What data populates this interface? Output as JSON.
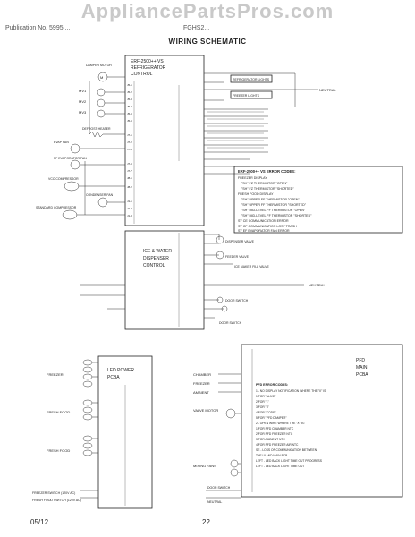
{
  "watermark": "AppliancePartsPros.com",
  "header": {
    "left": "Publication No. 5995 ...",
    "right": "FGHS2...",
    "title": "WIRING SCHEMATIC"
  },
  "footer": {
    "date": "05/12",
    "page": "22"
  },
  "control_board": {
    "title_lines": [
      "ERF-2500++ VS",
      "REFRIGERATOR",
      "CONTROL"
    ]
  },
  "dispenser_board": {
    "title_lines": [
      "ICE & WATER",
      "DISPENSER",
      "CONTROL"
    ]
  },
  "led_board": {
    "title_lines": [
      "LED POWER",
      "PCBA"
    ]
  },
  "pfd_board": {
    "title_lines": [
      "PFD",
      "MAIN",
      "PCBA"
    ]
  },
  "left_labels": [
    "DAMPER MOTOR",
    "MV1",
    "MV2",
    "MV3",
    "DEFROST HEATER",
    "EVAP FAN",
    "FF EVAPORATOR FAN",
    "VCC COMPRESSOR",
    "CONDENSER FAN",
    "STANDARD COMPRESSOR"
  ],
  "right_labels": [
    "REFRIGERATOR LIGHTS",
    "FREEZER LIGHTS",
    "NEUTRAL",
    "DISPENSER VALVE",
    "FEEDER VALVE",
    "ICE MAKER FILL VALVE",
    "NEUTRAL",
    "DOOR SWITCH",
    "DOOR SWITCH"
  ],
  "error_codes": {
    "title": "ERF-2500++ VS ERROR CODES:",
    "lines": [
      "FREEZER DISPLAY",
      "\"SH\"  FZ THERMISTOR \"OPEN\"",
      "\"SH\"  FZ THERMISTOR \"SHORTED\"",
      "FRESH FOOD DISPLAY",
      "\"SH\"  UPPER FF THERMISTOR \"OPEN\"",
      "\"SH\"  UPPER FF THERMISTOR \"SHORTED\"",
      "\"SH\"  MID-LEVEL FF THERMISTOR \"OPEN\"",
      "\"SH\"  MID-LEVEL FF THERMISTOR \"SHORTED\"",
      "SY  CE  COMMUNICATION ERROR",
      "SY  CF  COMMUNICATION LOST TRASH",
      "SY  EF  EVAPORATOR FAN ERROR"
    ]
  },
  "led_left_labels": [
    "FREEZER",
    "FRESH FOOD",
    "FRESH FOOD",
    "FREEZER SWITCH (120V AC)",
    "FRESH FOOD SWITCH (120V AC)"
  ],
  "pfd_left_labels": [
    "CHAMBER",
    "FREEZER",
    "AMBIENT",
    "VALVE MOTOR",
    "MIXING FANS"
  ],
  "pfd_right_labels": [
    "DOOR SWITCH",
    "NEUTRAL"
  ],
  "pfd_codes": {
    "title": "PFD ERROR CODES:",
    "lines": [
      "1 - NO DISPLAY NOTIFICATION WHERE THE \"X\" IS:",
      "  1 FOR \"ALIVE\"",
      "  2 FOR \"1\"",
      "  3 FOR \"3\"",
      "  4 FOR \"CODE\"",
      "  5 FOR \"PFD DAMPER\"",
      "2 - OPEN WIRE WHERE THE \"X\" IS:",
      "  1 FOR PFD CHAMBER NTC",
      "  2 FOR PFD FREEZER NTC",
      "  3 FOR AMBIENT NTC",
      "  4 FOR PFD FREEZER AIR NTC",
      "SE - LOSS OF COMMUNICATION BETWEEN",
      "  THE UI AND MAIN PCB",
      "LEFT - LED BACK LIGHT TIME OUT PROGRESS",
      "LEFT - LED BACK LIGHT TIME OUT"
    ]
  }
}
